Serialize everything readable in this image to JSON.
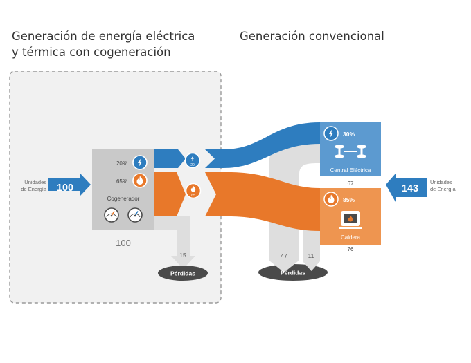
{
  "colors": {
    "blue": "#2e7dbf",
    "blue_box": "#5c9ad0",
    "orange": "#e8782a",
    "orange_box": "#ee9550",
    "grey_flow": "#dedede",
    "grey_box": "#c9c9c9",
    "panel_bg": "#f1f1f1",
    "panel_border": "#9a9a9a",
    "ellipse": "#4a4a4a",
    "text_dark": "#333333",
    "text_grey": "#666666"
  },
  "titles": {
    "cogeneration_line1": "Generación de energía eléctrica",
    "cogeneration_line2": "y térmica con cogeneración",
    "conventional": "Generación convencional"
  },
  "cogeneration": {
    "input_label_line1": "Unidades",
    "input_label_line2": "de Energía",
    "input_value": "100",
    "cogenerator": {
      "label": "Cogenerador",
      "electric_pct": "20%",
      "thermal_pct": "65%",
      "electric_icon": "lightning-icon",
      "thermal_icon": "flame-icon",
      "gauge_icon": "gauge-icon"
    },
    "total_label": "100",
    "electric_output": {
      "value": "20",
      "icon": "lightning-icon"
    },
    "thermal_output": {
      "value": "65",
      "icon": "flame-icon"
    },
    "losses_value": "15",
    "losses_label": "Pérdidas"
  },
  "conventional": {
    "input_label_line1": "Unidades",
    "input_label_line2": "de Energía",
    "input_value": "143",
    "power_plant": {
      "label": "Central Eléctrica",
      "efficiency": "30%",
      "input_value": "67",
      "icon": "lightning-icon",
      "plant_icon": "power-plant-icon"
    },
    "boiler": {
      "label": "Caldera",
      "efficiency": "85%",
      "input_value": "76",
      "icon": "flame-icon",
      "boiler_icon": "boiler-icon"
    },
    "losses_power_plant": "47",
    "losses_boiler": "11",
    "losses_label": "Pérdidas"
  }
}
